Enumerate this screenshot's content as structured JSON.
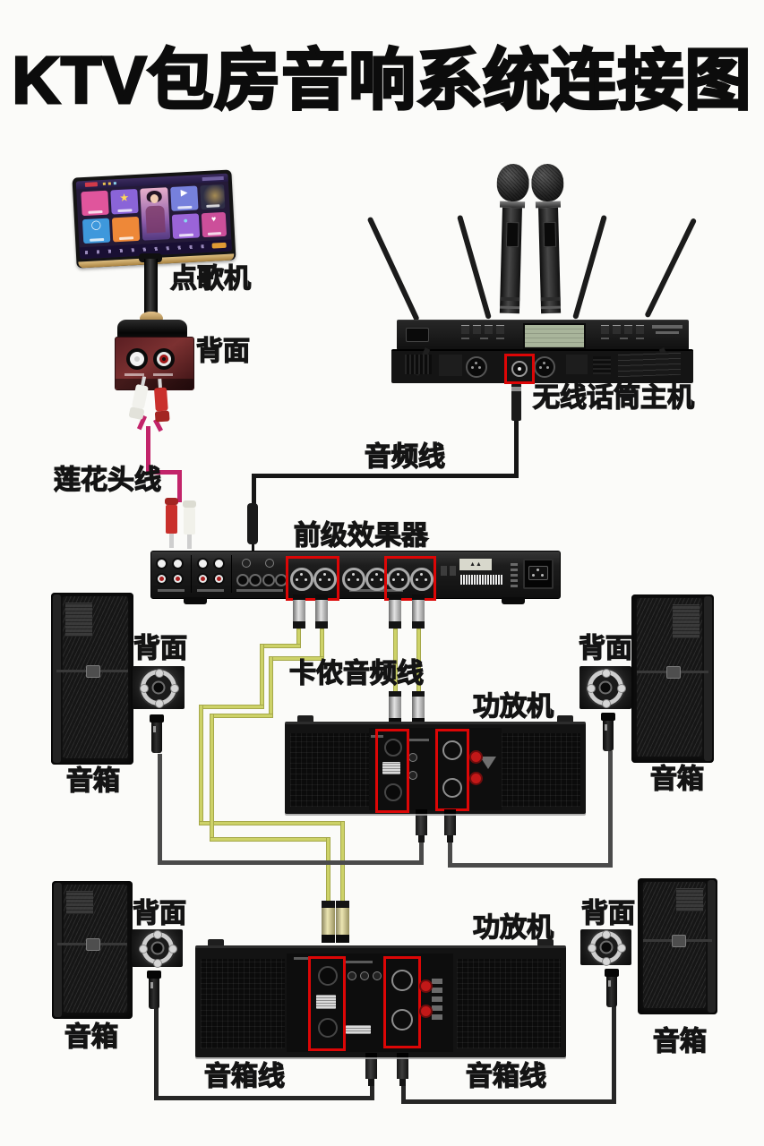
{
  "title": "KTV包房音响系统连接图",
  "labels": {
    "karaoke_machine": "点歌机",
    "rear_view": "背面",
    "rca_cable": "莲花头线",
    "audio_cable": "音频线",
    "wireless_mic_unit": "无线话筒主机",
    "preamp_effect": "前级效果器",
    "xlr_audio_cable": "卡侬音频线",
    "amplifier": "功放机",
    "speaker": "音箱",
    "speaker_cable": "音箱线"
  },
  "colors": {
    "background": "#fbfbf9",
    "text": "#141414",
    "highlight_box_red": "#dc0606",
    "rca_cable_magenta": "#c2246a",
    "audio_cable_black": "#161616",
    "xlr_cable_yellow": "#cdd268",
    "speaker_cable_gray": "#4a4a4a",
    "speaker_cable_black": "#262626"
  },
  "connections": [
    {
      "from": "karaoke_machine",
      "via": "rca_cable",
      "to": "preamp_effect"
    },
    {
      "from": "wireless_mic_unit",
      "via": "audio_cable",
      "to": "preamp_effect"
    },
    {
      "from": "preamp_effect",
      "via": "xlr_audio_cable",
      "to": "amplifier_top"
    },
    {
      "from": "preamp_effect",
      "via": "xlr_audio_cable",
      "to": "amplifier_bottom"
    },
    {
      "from": "amplifier_top",
      "via": "speaker_cable",
      "to": "speaker_upper_left"
    },
    {
      "from": "amplifier_top",
      "via": "speaker_cable",
      "to": "speaker_upper_right"
    },
    {
      "from": "amplifier_bottom",
      "via": "speaker_cable",
      "to": "speaker_lower_left"
    },
    {
      "from": "amplifier_bottom",
      "via": "speaker_cable",
      "to": "speaker_lower_right"
    }
  ]
}
